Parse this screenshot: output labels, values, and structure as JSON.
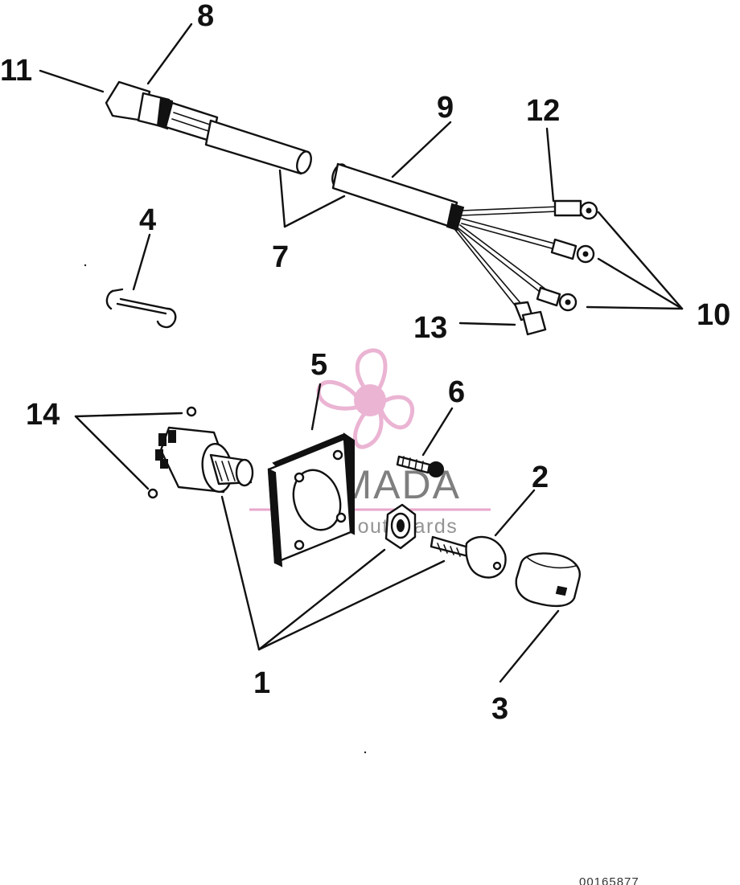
{
  "callouts": {
    "c1": "1",
    "c2": "2",
    "c3": "3",
    "c4": "4",
    "c5": "5",
    "c6": "6",
    "c7": "7",
    "c8": "8",
    "c9": "9",
    "c10": "10",
    "c11": "11",
    "c12": "12",
    "c13": "13",
    "c14": "14"
  },
  "watermark": {
    "brand": "ARMADA",
    "tagline": "marine outboards",
    "color": "#e8a7cc"
  },
  "footer": {
    "code": "00165877"
  }
}
